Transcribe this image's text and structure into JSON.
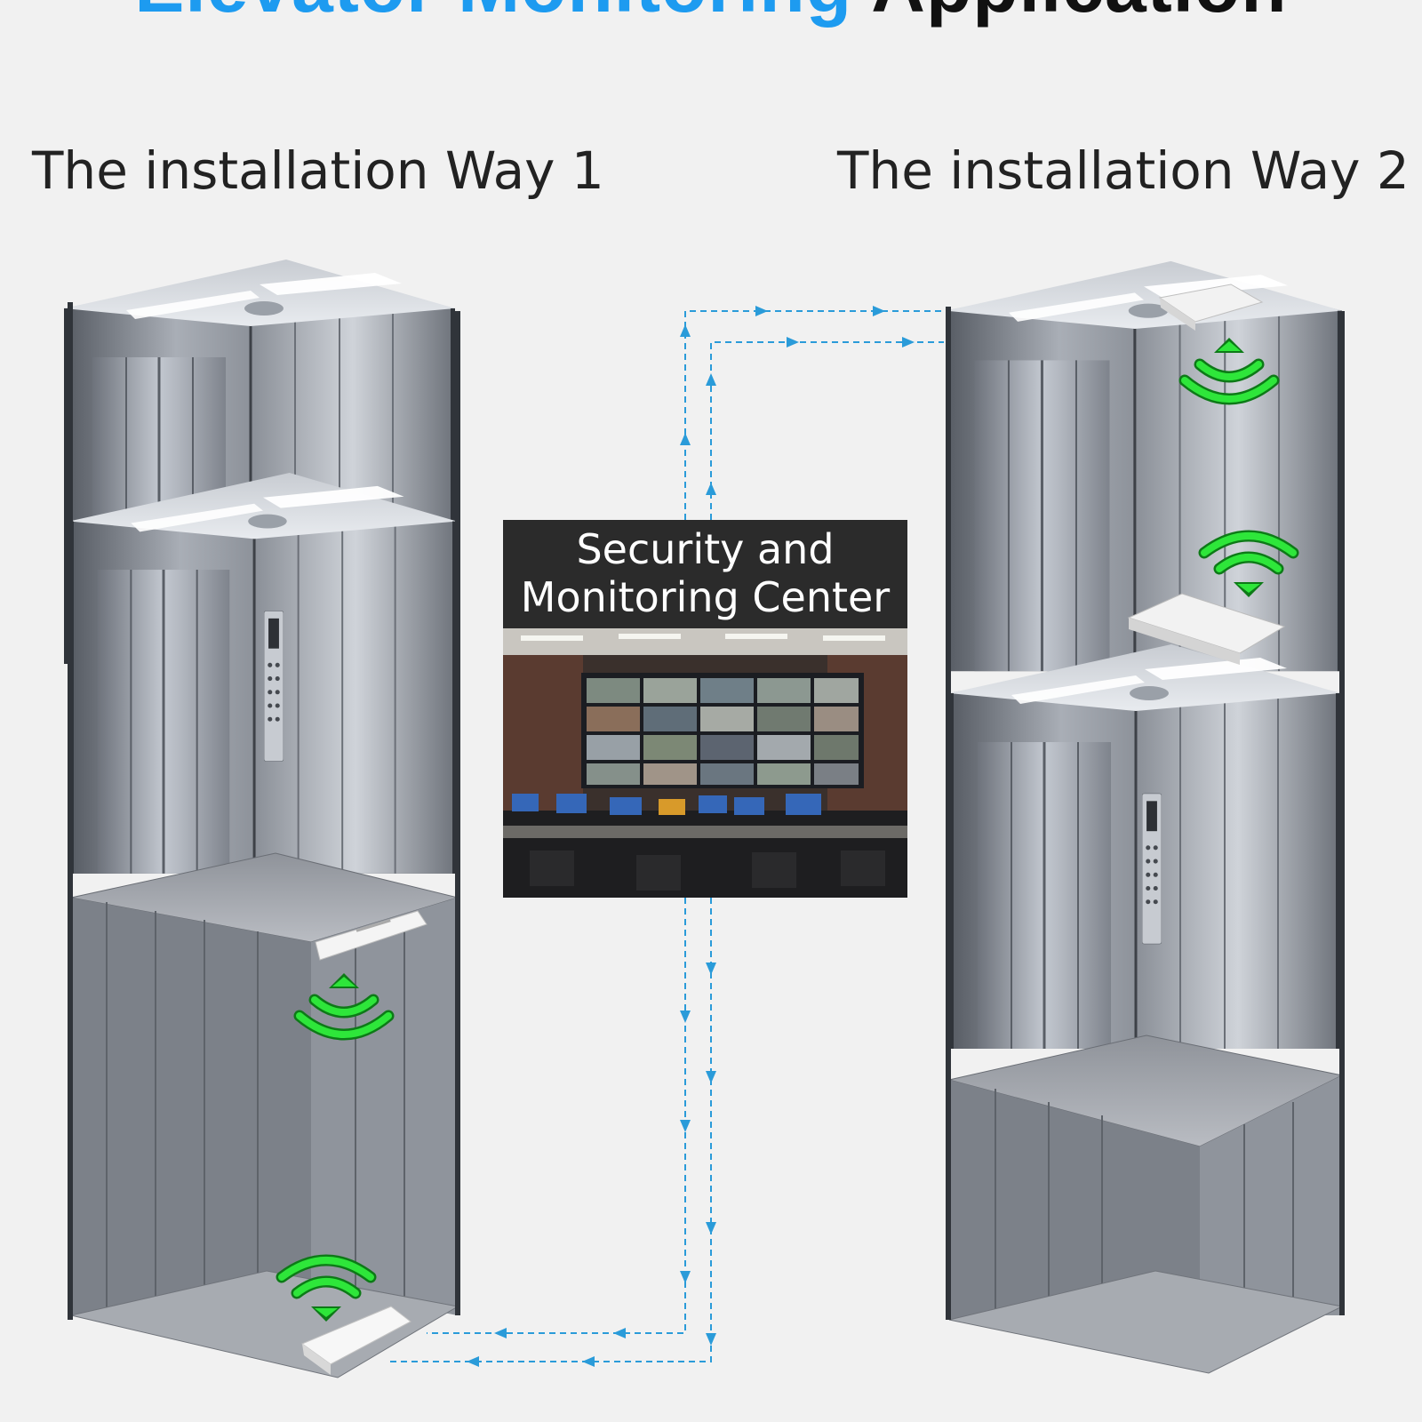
{
  "title": {
    "part1": "Elevator Monitoring",
    "part2": "Application"
  },
  "way1": "The installation Way 1",
  "way2": "The installation Way 2",
  "center": {
    "line1": "Security and",
    "line2": "Monitoring Center"
  },
  "colors": {
    "accent_blue": "#1d9bf0",
    "link_blue": "#2a9bd9",
    "signal_green": "#2ee63a",
    "panel_dark": "#2b2b2b"
  },
  "icons": [
    "wifi-signal-icon",
    "router-device-icon",
    "flow-arrow-icon"
  ]
}
